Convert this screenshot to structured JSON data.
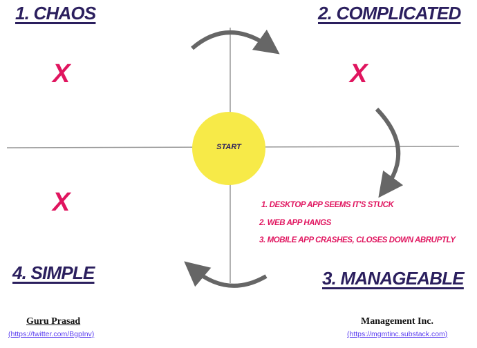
{
  "quadrants": {
    "q1": "1. Chaos",
    "q2": "2. Complicated",
    "q3": "3. Manageable",
    "q4": "4. Simple"
  },
  "marks": {
    "x": "X"
  },
  "center": {
    "label": "START",
    "color": "#f7ea48"
  },
  "issues": [
    "1. Desktop app seems it's stuck",
    "2. Web app hangs",
    "3. Mobile app crashes, closes down abruptly"
  ],
  "footer": {
    "left_name": "Guru Prasad",
    "left_link": "(https://twitter.com/BgpInv)",
    "right_name": "Management Inc.",
    "right_link": "(https://mgmtinc.substack.com)"
  },
  "colors": {
    "title": "#2b1f5e",
    "accent": "#e0155f",
    "axis": "#999999",
    "arrow": "#666666"
  }
}
